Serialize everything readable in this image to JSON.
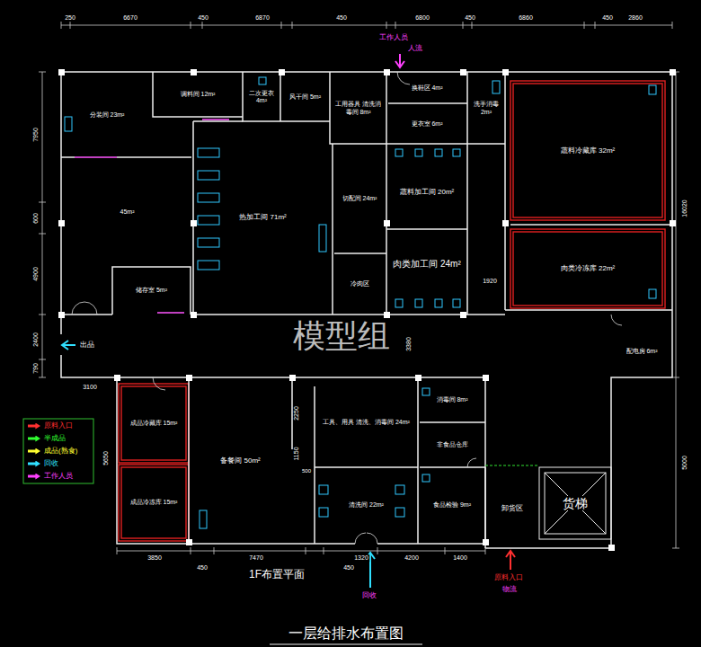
{
  "diagram": {
    "title": "一层给排水布置图",
    "caption": "1F布置平面",
    "nodes": [
      {
        "text": [
          "分装间 23m²"
        ]
      },
      {
        "text": [
          "调料间 12m²"
        ]
      },
      {
        "text": [
          "二次更衣 4m²"
        ]
      },
      {
        "text": [
          "风干间 5m²"
        ]
      },
      {
        "text": [
          "工用器具 清洗消毒间 8m²"
        ]
      },
      {
        "text": [
          "换鞋区 4m²"
        ]
      },
      {
        "text": [
          "更衣室 6m²"
        ]
      },
      {
        "text": [
          "洗手消毒 2m²"
        ]
      },
      {
        "text": [
          "蔬料冷藏库 32m²"
        ]
      },
      {
        "text": [
          "45m²"
        ]
      },
      {
        "text": [
          "热加工间 71m²"
        ]
      },
      {
        "text": [
          "切配间 24m²"
        ]
      },
      {
        "text": [
          "冷肉区"
        ]
      },
      {
        "text": [
          "蔬料加工间 20m²"
        ]
      },
      {
        "text": [
          "肉类加工间 24m²"
        ]
      },
      {
        "text": [
          "肉类冷冻库 22m²"
        ]
      },
      {
        "text": [
          "储存室 5m²"
        ]
      },
      {
        "text": [
          "配电房 6m²"
        ]
      },
      {
        "text": [
          "成品冷藏库 15m²"
        ]
      },
      {
        "text": [
          "成品冷冻库 15m²"
        ]
      },
      {
        "text": [
          "备餐间 50m²"
        ]
      },
      {
        "text": [
          "工具、用具 清洗、消毒间 24m²"
        ]
      },
      {
        "text": [
          "清洗间 22m²"
        ]
      },
      {
        "text": [
          "消毒间 8m²"
        ]
      },
      {
        "text": [
          "非食品仓库"
        ]
      },
      {
        "text": [
          "食品检验 9m²"
        ]
      },
      {
        "text": [
          "卸货区"
        ]
      },
      {
        "text": [
          "货梯"
        ]
      }
    ],
    "labels": [
      "250",
      "6670",
      "450",
      "6870",
      "450",
      "6800",
      "450",
      "6860",
      "450",
      "2860",
      "7950",
      "600",
      "4900",
      "2400",
      "790",
      "16020",
      "5000",
      "3850",
      "450",
      "7470",
      "450",
      "1320",
      "4200",
      "1400",
      "3100",
      "1920",
      "3380",
      "2250",
      "1150",
      "5650",
      "500",
      "工作人员",
      "人流",
      "出品",
      "回收",
      "原料入口",
      "物流",
      "模型组"
    ],
    "legend": [
      {
        "text": "原料入口",
        "color": "#ff3030"
      },
      {
        "text": "半成品",
        "color": "#30ff30"
      },
      {
        "text": "成品(熟食)",
        "color": "#ffff30"
      },
      {
        "text": "回收",
        "color": "#30e0ff"
      },
      {
        "text": "工作人员",
        "color": "#ff40ff"
      }
    ]
  }
}
